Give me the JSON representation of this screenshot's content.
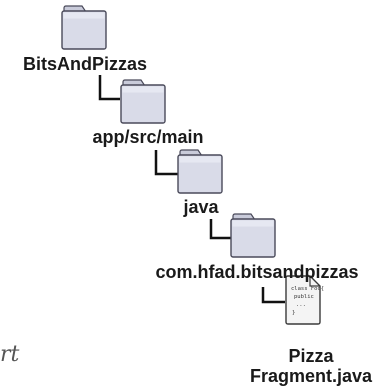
{
  "tree": {
    "root_folder": {
      "label": "BitsAndPizzas",
      "icon": "folder-icon"
    },
    "app_folder": {
      "label": "app/src/main",
      "icon": "folder-icon"
    },
    "java_folder": {
      "label": "java",
      "icon": "folder-icon"
    },
    "package_folder": {
      "label": "com.hfad.bitsandpizzas",
      "icon": "folder-icon"
    },
    "file": {
      "label_line1": "Pizza",
      "label_line2": "Fragment.java",
      "icon": "java-file-icon",
      "code_snippet": [
        "class Foo{",
        "public",
        "...",
        "}"
      ]
    }
  },
  "margin_note": {
    "text": "rt"
  },
  "colors": {
    "folder_fill": "#d9dbe8",
    "folder_stroke": "#4a4a5a",
    "connector": "#111111",
    "file_fill": "#f4f4f4"
  }
}
